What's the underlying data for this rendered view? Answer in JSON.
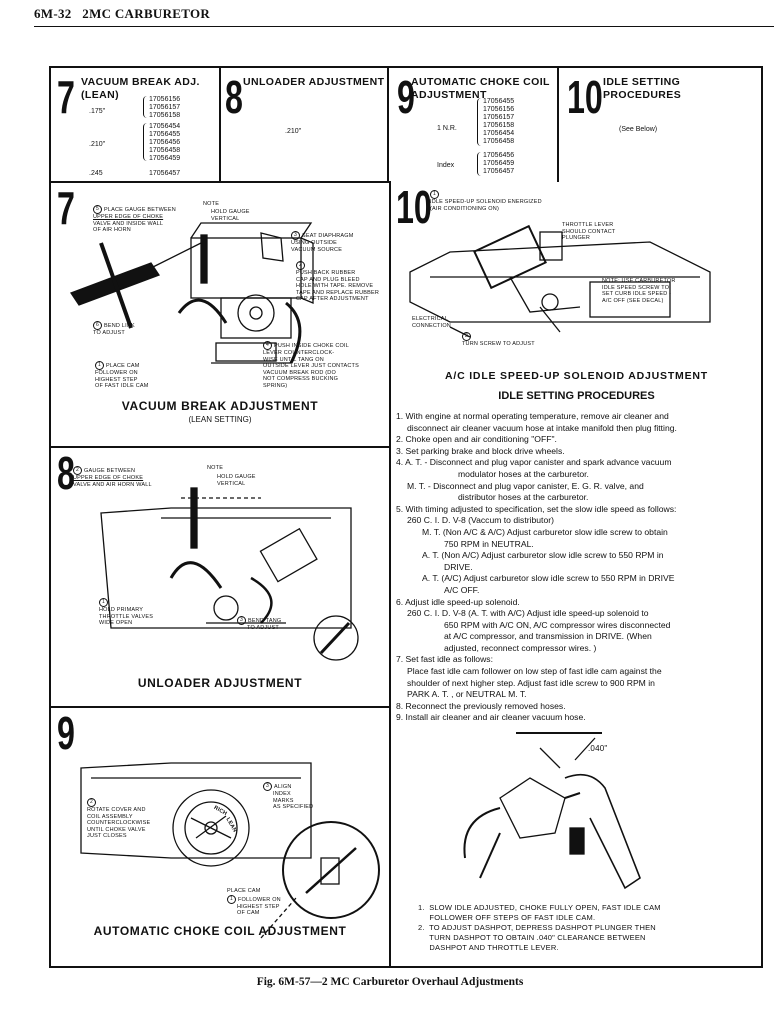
{
  "header": {
    "page": "6M-32",
    "title": "2MC CARBURETOR"
  },
  "spec_boxes": [
    {
      "num": "7",
      "title_line1": "VACUUM BREAK ADJ.",
      "title_line2": "(LEAN)",
      "groups": [
        {
          "value": ".175\"",
          "parts": [
            "17056156",
            "17056157",
            "17056158"
          ]
        },
        {
          "value": ".210\"",
          "parts": [
            "17056454",
            "17056455",
            "17056456",
            "17056458",
            "17056459"
          ]
        },
        {
          "value": ".245",
          "parts": [
            "17056457"
          ]
        }
      ]
    },
    {
      "num": "8",
      "title_line1": "UNLOADER ADJUSTMENT",
      "value": ".210\""
    },
    {
      "num": "9",
      "title_line1": "AUTOMATIC CHOKE COIL",
      "title_line2": "ADJUSTMENT",
      "groups": [
        {
          "value": "1 N.R.",
          "parts": [
            "17056455",
            "17056156",
            "17056157",
            "17056158",
            "17056454",
            "17056458"
          ]
        },
        {
          "value": "Index",
          "parts": [
            "17056456",
            "17056459",
            "17056457"
          ]
        }
      ]
    },
    {
      "num": "10",
      "title_line1": "IDLE SETTING",
      "title_line2": "PROCEDURES",
      "value": "(See Below)"
    }
  ],
  "panel7": {
    "num": "7",
    "title": "VACUUM BREAK ADJUSTMENT",
    "subtitle": "(LEAN SETTING)",
    "labels": {
      "l5a": "PLACE GAUGE BETWEEN",
      "l5b": "UPPER EDGE OF CHOKE",
      "l5c": "VALVE AND INSIDE WALL",
      "l5d": "OF AIR HORN",
      "note": "NOTE",
      "hold1": "HOLD GAUGE",
      "hold2": "VERTICAL",
      "l3a": "SEAT DIAPHRAGM",
      "l3b": "USING OUTSIDE",
      "l3c": "VACUUM SOURCE",
      "l2a": "PUSH BACK RUBBER",
      "l2b": "CAP AND PLUG BLEED",
      "l2c": "HOLE WITH TAPE. REMOVE",
      "l2d": "TAPE AND REPLACE RUBBER",
      "l2e": "CAP AFTER ADJUSTMENT",
      "l6a": "BEND LINK",
      "l6b": "TO ADJUST",
      "l4a": "PUSH INSIDE CHOKE COIL",
      "l4b": "LEVER COUNTERCLOCK-",
      "l4c": "WISE UNTIL TANG ON",
      "l4d": "OUTSIDE LEVER JUST CONTACTS",
      "l4e": "VACUUM BREAK ROD (DO",
      "l4f": "NOT COMPRESS BUCKING",
      "l4g": "SPRING)",
      "l1a": "PLACE CAM",
      "l1b": "FOLLOWER ON",
      "l1c": "HIGHEST STEP",
      "l1d": "OF FAST IDLE CAM"
    }
  },
  "panel8": {
    "num": "8",
    "title": "UNLOADER ADJUSTMENT",
    "labels": {
      "l2a": "GAUGE BETWEEN",
      "l2b": "UPPER EDGE OF CHOKE",
      "l2c": "VALVE AND AIR HORN WALL",
      "note": "NOTE",
      "hold1": "HOLD GAUGE",
      "hold2": "VERTICAL",
      "l1a": "HOLD PRIMARY",
      "l1b": "THROTTLE VALVES",
      "l1c": "WIDE OPEN",
      "l3a": "BEND TANG",
      "l3b": "TO ADJUST"
    }
  },
  "panel9": {
    "num": "9",
    "title": "AUTOMATIC CHOKE COIL ADJUSTMENT",
    "labels": {
      "l3a": "ALIGN",
      "l3b": "INDEX",
      "l3c": "MARKS",
      "l3d": "AS SPECIFIED",
      "l2a": "ROTATE COVER AND",
      "l2b": "COIL ASSEMBLY",
      "l2c": "COUNTERCLOCKWISE",
      "l2d": "UNTIL CHOKE VALVE",
      "l2e": "JUST CLOSES",
      "l1a": "PLACE CAM",
      "l1b": "FOLLOWER ON",
      "l1c": "HIGHEST STEP",
      "l1d": "OF CAM",
      "rich": "RICH",
      "lean": "LEAN"
    }
  },
  "panel10": {
    "num": "10",
    "labels": {
      "l1a": "IDLE SPEED-UP SOLENOID ENERGIZED",
      "l1b": "(AIR CONDITIONING ON)",
      "tl1": "THROTTLE LEVER",
      "tl2": "SHOULD CONTACT",
      "tl3": "PLUNGER",
      "note1": "NOTE: USE CARBURETOR",
      "note2": "IDLE SPEED SCREW TO",
      "note3": "SET CURB IDLE SPEED -",
      "note4": "A/C OFF (SEE DECAL)",
      "el1": "ELECTRICAL",
      "el2": "CONNECTION",
      "l2": "TURN SCREW TO ADJUST"
    },
    "title": "A/C IDLE SPEED-UP SOLENOID ADJUSTMENT",
    "proc_title": "IDLE SETTING PROCEDURES",
    "steps": [
      {
        "cls": "",
        "text": "1.  With engine at normal operating temperature, remove air cleaner and"
      },
      {
        "cls": "i1",
        "text": "disconnect air cleaner vacuum hose at intake manifold then plug fitting."
      },
      {
        "cls": "",
        "text": "2.  Choke open and air conditioning \"OFF\"."
      },
      {
        "cls": "",
        "text": "3.  Set parking brake and block drive wheels."
      },
      {
        "cls": "",
        "text": "4.  A. T. - Disconnect and plug vapor canister and spark advance vacuum"
      },
      {
        "cls": "i4",
        "text": "modulator hoses at the carburetor."
      },
      {
        "cls": "i1",
        "text": "M. T. - Disconnect and plug vapor canister, E. G. R. valve, and"
      },
      {
        "cls": "i4",
        "text": "distributor hoses at the carburetor."
      },
      {
        "cls": "",
        "text": "5.  With timing adjusted to specification, set the slow idle speed as follows:"
      },
      {
        "cls": "i1",
        "text": "260 C. I. D.  V-8 (Vaccum to distributor)"
      },
      {
        "cls": "i2",
        "text": "M. T.  (Non A/C & A/C) Adjust carburetor slow idle screw to obtain"
      },
      {
        "cls": "i3",
        "text": "750 RPM in NEUTRAL."
      },
      {
        "cls": "i2",
        "text": "A. T.  (Non A/C) Adjust carburetor slow idle screw to 550 RPM in"
      },
      {
        "cls": "i3",
        "text": "DRIVE."
      },
      {
        "cls": "i2",
        "text": "A. T.  (A/C) Adjust carburetor slow idle screw to 550 RPM in DRIVE"
      },
      {
        "cls": "i3",
        "text": "A/C OFF."
      },
      {
        "cls": "",
        "text": "6.  Adjust idle speed-up solenoid."
      },
      {
        "cls": "i1",
        "text": "260 C. I. D.  V-8 (A. T.  with A/C) Adjust idle speed-up solenoid to"
      },
      {
        "cls": "i3",
        "text": "650 RPM with A/C ON, A/C compressor wires disconnected"
      },
      {
        "cls": "i3",
        "text": "at A/C compressor, and transmission in DRIVE. (When"
      },
      {
        "cls": "i3",
        "text": "adjusted, reconnect compressor wires. )"
      },
      {
        "cls": "",
        "text": "7.  Set fast idle as follows:"
      },
      {
        "cls": "i1",
        "text": "Place fast idle cam follower on low step of fast idle cam against the"
      },
      {
        "cls": "i1",
        "text": "shoulder of next higher step. Adjust fast idle screw to 900 RPM in"
      },
      {
        "cls": "i1",
        "text": "PARK A. T. , or NEUTRAL M. T."
      },
      {
        "cls": "",
        "text": "8.  Reconnect the previously removed hoses."
      },
      {
        "cls": "",
        "text": "9.  Install air cleaner and air cleaner vacuum hose."
      }
    ],
    "gap_value": ".040\"",
    "notes": [
      "1.  SLOW IDLE ADJUSTED, CHOKE FULLY OPEN, FAST IDLE CAM",
      "     FOLLOWER OFF STEPS OF FAST IDLE CAM.",
      "2.  TO ADJUST DASHPOT, DEPRESS DASHPOT PLUNGER THEN",
      "     TURN DASHPOT TO OBTAIN .040\" CLEARANCE BETWEEN",
      "     DASHPOT AND THROTTLE LEVER."
    ]
  },
  "caption": "Fig. 6M-57—2 MC Carburetor Overhaul Adjustments"
}
